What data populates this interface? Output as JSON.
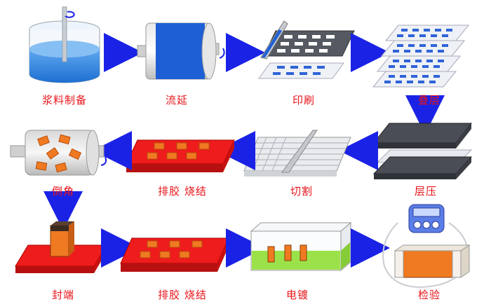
{
  "steps": {
    "slurry": "浆料制备",
    "casting": "流延",
    "printing": "印刷",
    "stacking": "叠层",
    "lamination": "层压",
    "cutting": "切割",
    "debinding1": "排胶  烧结",
    "chamfer": "倒角",
    "termination": "封端",
    "debinding2": "排胶  烧结",
    "plating": "电镀",
    "inspection": "检验"
  },
  "colors": {
    "label": "#e8141a",
    "arrow": "#1a22e6",
    "blue": "#2f63d8",
    "red": "#ee1c1c",
    "orange": "#f07a22",
    "green": "#9be24a",
    "dark": "#4a4d55"
  }
}
